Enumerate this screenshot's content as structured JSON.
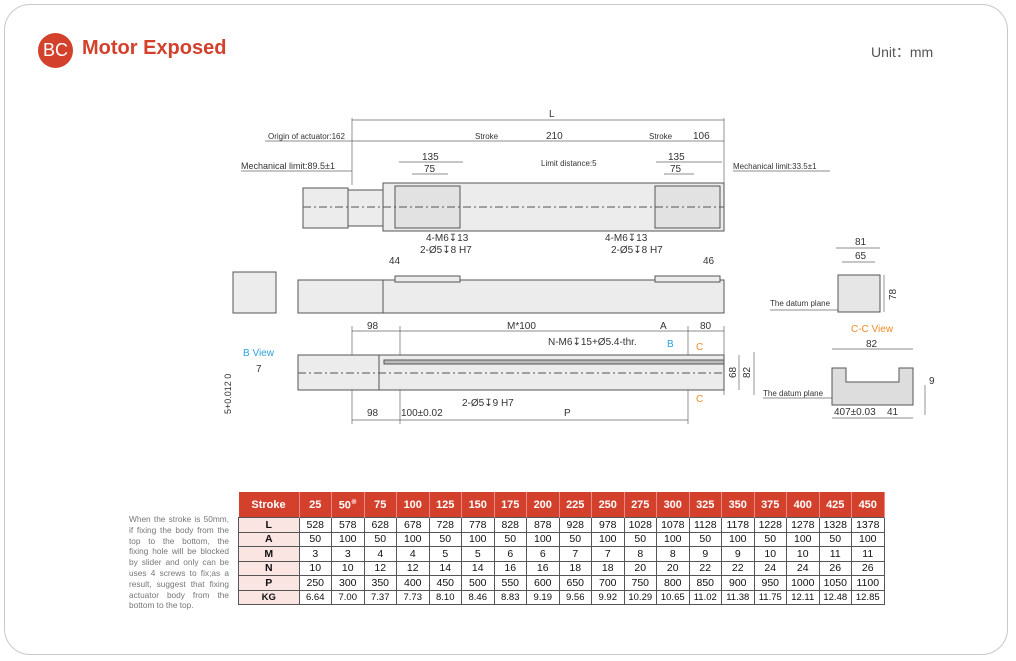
{
  "header": {
    "badge": "BC",
    "title": "Motor Exposed",
    "unit": "Unit：mm"
  },
  "colors": {
    "accent": "#d3402c",
    "blue_label": "#2aa2dd",
    "orange_label": "#f08a24"
  },
  "drawing": {
    "top_view": {
      "L": "L",
      "origin": "Origin of actuator:162",
      "stroke_left": "Stroke",
      "mid": "210",
      "stroke_right": "Stroke",
      "right": "106",
      "mech_left": "Mechanical limit:89.5±1",
      "mech_right": "Mechanical limit:33.5±1",
      "limit_distance": "Limit distance:5",
      "d135_left": "135",
      "d75_left": "75",
      "d135_right": "135",
      "d75_right": "75",
      "hole_left_1": "4-M6↧13",
      "hole_left_2": "2-Ø5↧8 H7",
      "hole_right_1": "4-M6↧13",
      "hole_right_2": "2-Ø5↧8 H7"
    },
    "side_view": {
      "left": "44",
      "right": "46"
    },
    "bottom_view": {
      "d98_top": "98",
      "m100": "M*100",
      "a": "A",
      "d80": "80",
      "thread": "N-M6↧15+Ø5.4-thr.",
      "b": "B",
      "c_top": "C",
      "c_bottom": "C",
      "d68": "68",
      "d82": "82",
      "pin": "2-Ø5↧9 H7",
      "d98_bottom": "98",
      "d100": "100±0.02",
      "p": "P"
    },
    "b_view": {
      "title": "B View",
      "d7": "7",
      "tol": "5+0.012 0"
    },
    "end_view": {
      "d81": "81",
      "d65": "65",
      "d78": "78",
      "datum": "The datum plane"
    },
    "cc_view": {
      "title": "C-C View",
      "d82": "82",
      "datum": "The datum plane",
      "d9": "9",
      "d407": "407±0.03",
      "d41": "41"
    }
  },
  "note": "When the stroke is 50mm, if fixing the body from the top to the bottom, the fixing hole will be blocked by slider and only can be uses 4 screws to fix;as a result, suggest that fixing actuator body from the bottom to the top.",
  "table": {
    "header_label": "Stroke",
    "note_mark": "※",
    "strokes": [
      "25",
      "50",
      "75",
      "100",
      "125",
      "150",
      "175",
      "200",
      "225",
      "250",
      "275",
      "300",
      "325",
      "350",
      "375",
      "400",
      "425",
      "450"
    ],
    "rows": [
      {
        "label": "L",
        "values": [
          "528",
          "578",
          "628",
          "678",
          "728",
          "778",
          "828",
          "878",
          "928",
          "978",
          "1028",
          "1078",
          "1128",
          "1178",
          "1228",
          "1278",
          "1328",
          "1378"
        ]
      },
      {
        "label": "A",
        "values": [
          "50",
          "100",
          "50",
          "100",
          "50",
          "100",
          "50",
          "100",
          "50",
          "100",
          "50",
          "100",
          "50",
          "100",
          "50",
          "100",
          "50",
          "100"
        ]
      },
      {
        "label": "M",
        "values": [
          "3",
          "3",
          "4",
          "4",
          "5",
          "5",
          "6",
          "6",
          "7",
          "7",
          "8",
          "8",
          "9",
          "9",
          "10",
          "10",
          "11",
          "11"
        ]
      },
      {
        "label": "N",
        "values": [
          "10",
          "10",
          "12",
          "12",
          "14",
          "14",
          "16",
          "16",
          "18",
          "18",
          "20",
          "20",
          "22",
          "22",
          "24",
          "24",
          "26",
          "26"
        ]
      },
      {
        "label": "P",
        "values": [
          "250",
          "300",
          "350",
          "400",
          "450",
          "500",
          "550",
          "600",
          "650",
          "700",
          "750",
          "800",
          "850",
          "900",
          "950",
          "1000",
          "1050",
          "1100"
        ]
      },
      {
        "label": "KG",
        "values": [
          "6.64",
          "7.00",
          "7.37",
          "7.73",
          "8.10",
          "8.46",
          "8.83",
          "9.19",
          "9.56",
          "9.92",
          "10.29",
          "10.65",
          "11.02",
          "11.38",
          "11.75",
          "12.11",
          "12.48",
          "12.85"
        ]
      }
    ]
  }
}
